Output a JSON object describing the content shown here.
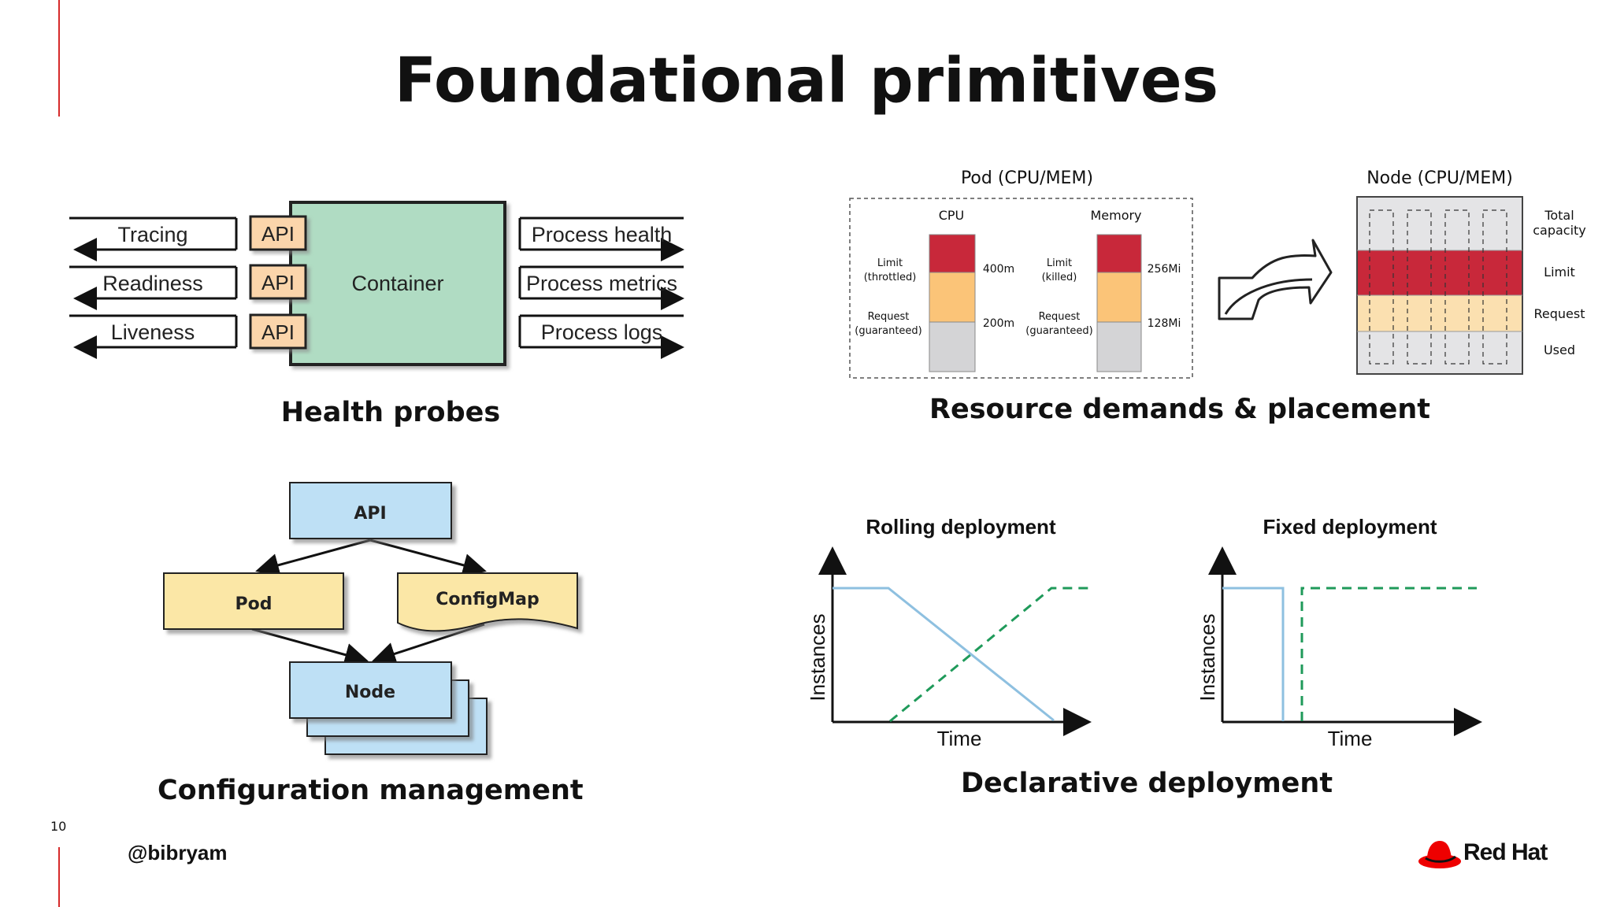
{
  "slide": {
    "title": "Foundational primitives",
    "number": "10",
    "handle": "@bibryam",
    "brand": "Red Hat",
    "accent_color": "#d62b2b"
  },
  "health_probes": {
    "caption": "Health probes",
    "probes": [
      "Tracing",
      "Readiness",
      "Liveness"
    ],
    "api_label": "API",
    "container_label": "Container",
    "outputs": [
      "Process health",
      "Process metrics",
      "Process logs"
    ],
    "colors": {
      "api": "#fbd5ab",
      "container": "#b0dcc3"
    }
  },
  "resource_demands": {
    "caption": "Resource demands & placement",
    "pod_title": "Pod (CPU/MEM)",
    "node_title": "Node (CPU/MEM)",
    "cpu_label": "CPU",
    "memory_label": "Memory",
    "cpu_limit_label_1": "Limit",
    "cpu_limit_label_2": "(throttled)",
    "cpu_request_label_1": "Request",
    "cpu_request_label_2": "(guaranteed)",
    "mem_limit_label_1": "Limit",
    "mem_limit_label_2": "(killed)",
    "mem_request_label_1": "Request",
    "mem_request_label_2": "(guaranteed)",
    "cpu_limit_value": "400m",
    "cpu_request_value": "200m",
    "mem_limit_value": "256Mi",
    "mem_request_value": "128Mi",
    "node_legend": {
      "total_1": "Total",
      "total_2": "capacity",
      "limit": "Limit",
      "request": "Request",
      "used": "Used"
    },
    "colors": {
      "limit": "#c8283a",
      "request": "#fbc478",
      "used": "#d4d4d6"
    }
  },
  "configuration": {
    "caption": "Configuration management",
    "api": "API",
    "pod": "Pod",
    "configmap": "ConfigMap",
    "node": "Node",
    "colors": {
      "blue": "#bee0f5",
      "yellow": "#fbe7a6"
    }
  },
  "declarative": {
    "caption": "Declarative deployment",
    "rolling_title": "Rolling deployment",
    "fixed_title": "Fixed deployment",
    "y_label": "Instances",
    "x_label": "Time",
    "colors": {
      "old": "#8ec0e0",
      "new": "#1f9a5a"
    }
  }
}
